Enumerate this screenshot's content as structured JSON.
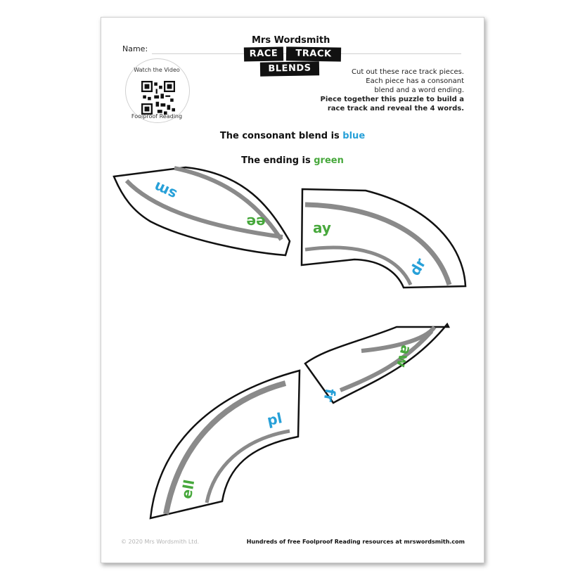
{
  "header": {
    "name_label": "Name:",
    "brand": "Mrs Wordsmith",
    "title_word_1": "RACE",
    "title_word_2": "TRACK",
    "title_word_3": "BLENDS"
  },
  "qr": {
    "top_text": "Watch the Video",
    "bottom_text": "Foolproof Reading"
  },
  "instructions": {
    "line_1": "Cut out these race track pieces.",
    "line_2": "Each piece has a consonant",
    "line_3": "blend and a word ending.",
    "line_4": "Piece together this puzzle to build a",
    "line_5": "race track and reveal the 4 words."
  },
  "legend": {
    "blend_prefix": "The consonant blend is ",
    "blend_color_word": "blue",
    "ending_prefix": "The ending is ",
    "ending_color_word": "green"
  },
  "colors": {
    "blend": "#27a0d8",
    "ending": "#47a83c",
    "track_stripe": "#8a8a8a"
  },
  "pieces": [
    {
      "blend": "sm",
      "ending": "ee"
    },
    {
      "blend": "dr",
      "ending": "ay"
    },
    {
      "blend": "fr",
      "ending": "aw"
    },
    {
      "blend": "pl",
      "ending": "ell"
    }
  ],
  "footer": {
    "copyright": "© 2020 Mrs Wordsmith Ltd.",
    "resources": "Hundreds of free Foolproof Reading resources at mrswordsmith.com"
  }
}
